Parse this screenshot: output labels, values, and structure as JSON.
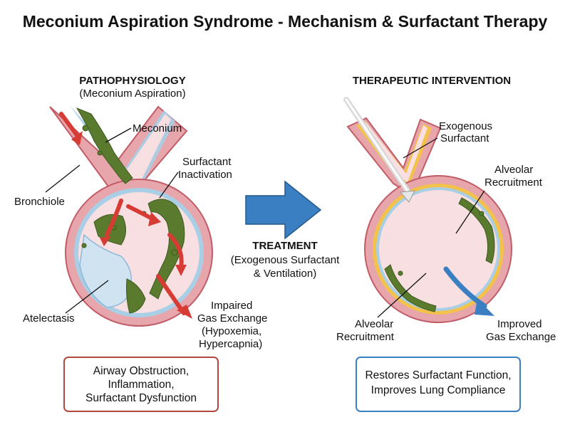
{
  "title": "Meconium Aspiration Syndrome - Mechanism & Surfactant Therapy",
  "left_panel": {
    "heading": "PATHOPHYSIOLOGY",
    "subheading": "(Meconium Aspiration)",
    "labels": {
      "meconium": "Meconium",
      "surfactant_inactivation_1": "Surfactant",
      "surfactant_inactivation_2": "Inactivation",
      "bronchiole": "Bronchiole",
      "atelectasis": "Atelectasis",
      "impaired_1": "Impaired",
      "impaired_2": "Gas Exchange",
      "impaired_3": "(Hypoxemia,",
      "impaired_4": "Hypercapnia)"
    },
    "box": {
      "line1": "Airway Obstruction,",
      "line2": "Inflammation,",
      "line3": "Surfactant Dysfunction",
      "border_color": "#b5473f"
    }
  },
  "center": {
    "heading": "TREATMENT",
    "line1": "(Exogenous Surfactant",
    "line2": "& Ventilation)",
    "arrow_color": "#3a7fc1"
  },
  "right_panel": {
    "heading": "THERAPEUTIC INTERVENTION",
    "labels": {
      "exogenous_1": "Exogenous",
      "exogenous_2": "Surfactant",
      "recruit_top_1": "Alveolar",
      "recruit_top_2": "Recruitment",
      "recruit_bottom_1": "Alveolar",
      "recruit_bottom_2": "Recruitment",
      "improved_1": "Improved",
      "improved_2": "Gas Exchange"
    },
    "box": {
      "line1": "Restores Surfactant Function,",
      "line2": "Improves Lung Compliance",
      "border_color": "#3a7fc1"
    }
  },
  "colors": {
    "tissue_pink": "#e7a6ac",
    "tissue_dark": "#c25d68",
    "lumen": "#f8dfe2",
    "membrane_blue": "#a9cfe6",
    "meconium_green": "#5a7a2e",
    "meconium_dark": "#3d5a1f",
    "surfactant_yellow": "#f2c24a",
    "red_arrow": "#d63b34",
    "blue_arrow": "#3a7fc1"
  }
}
